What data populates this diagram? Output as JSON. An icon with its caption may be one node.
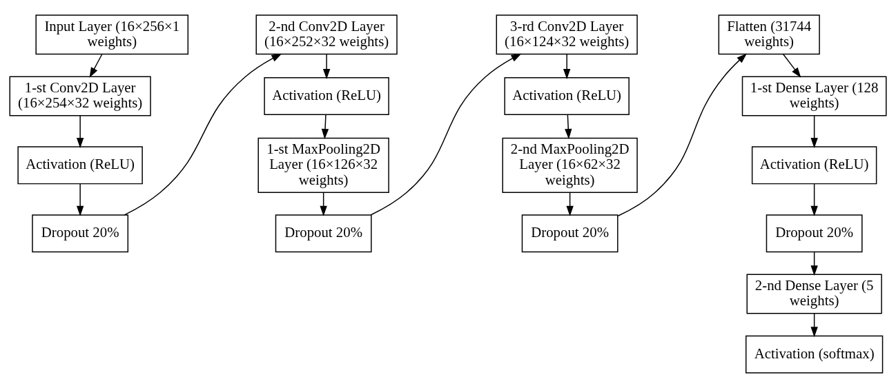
{
  "diagram": {
    "nodes": [
      {
        "text": [
          "Input Layer (16×256×1 weights)"
        ]
      },
      {
        "text": [
          "1-st Conv2D Layer (16×254×32 weights)"
        ]
      },
      {
        "text": [
          "Activation (ReLU)"
        ]
      },
      {
        "text": [
          "Dropout 20%"
        ]
      },
      {
        "text": [
          "2-nd Conv2D Layer (16×252×32 weights)"
        ]
      },
      {
        "text": [
          "Activation (ReLU)"
        ]
      },
      {
        "text": [
          "1-st MaxPooling2D Layer (16×126×32 weights)"
        ]
      },
      {
        "text": [
          "Dropout 20%"
        ]
      },
      {
        "text": [
          "3-rd Conv2D Layer (16×124×32 weights)"
        ]
      },
      {
        "text": [
          "Activation (ReLU)"
        ]
      },
      {
        "text": [
          "2-nd MaxPooling2D Layer (16×62×32 weights)"
        ]
      },
      {
        "text": [
          "Dropout 20%"
        ]
      },
      {
        "text": [
          "Flatten (31744 weights)"
        ]
      },
      {
        "text": [
          "1-st Dense Layer (128 weights)"
        ]
      },
      {
        "text": [
          "Activation (ReLU)"
        ]
      },
      {
        "text": [
          "Dropout 20%"
        ]
      },
      {
        "text": [
          "2-nd Dense Layer (5 weights)"
        ]
      },
      {
        "text": [
          "Activation (softmax)"
        ]
      }
    ],
    "edges": [
      {
        "from": 0,
        "to": 1,
        "arrow": "to"
      },
      {
        "from": 1,
        "to": 2,
        "arrow": "to"
      },
      {
        "from": 2,
        "to": 3,
        "arrow": "to"
      },
      {
        "from": 3,
        "to": 4,
        "arrow": "to"
      },
      {
        "from": 4,
        "to": 5,
        "arrow": "to"
      },
      {
        "from": 5,
        "to": 6,
        "arrow": "to"
      },
      {
        "from": 6,
        "to": 7,
        "arrow": "to"
      },
      {
        "from": 7,
        "to": 8,
        "arrow": "to"
      },
      {
        "from": 8,
        "to": 9,
        "arrow": "to"
      },
      {
        "from": 9,
        "to": 10,
        "arrow": "to"
      },
      {
        "from": 10,
        "to": 11,
        "arrow": "to"
      },
      {
        "from": 11,
        "to": 12,
        "arrow": "to"
      },
      {
        "from": 12,
        "to": 13,
        "arrow": "to"
      },
      {
        "from": 13,
        "to": 14,
        "arrow": "to"
      },
      {
        "from": 14,
        "to": 15,
        "arrow": "to"
      },
      {
        "from": 15,
        "to": 16,
        "arrow": "to"
      },
      {
        "from": 16,
        "to": 17,
        "arrow": "to"
      }
    ]
  }
}
